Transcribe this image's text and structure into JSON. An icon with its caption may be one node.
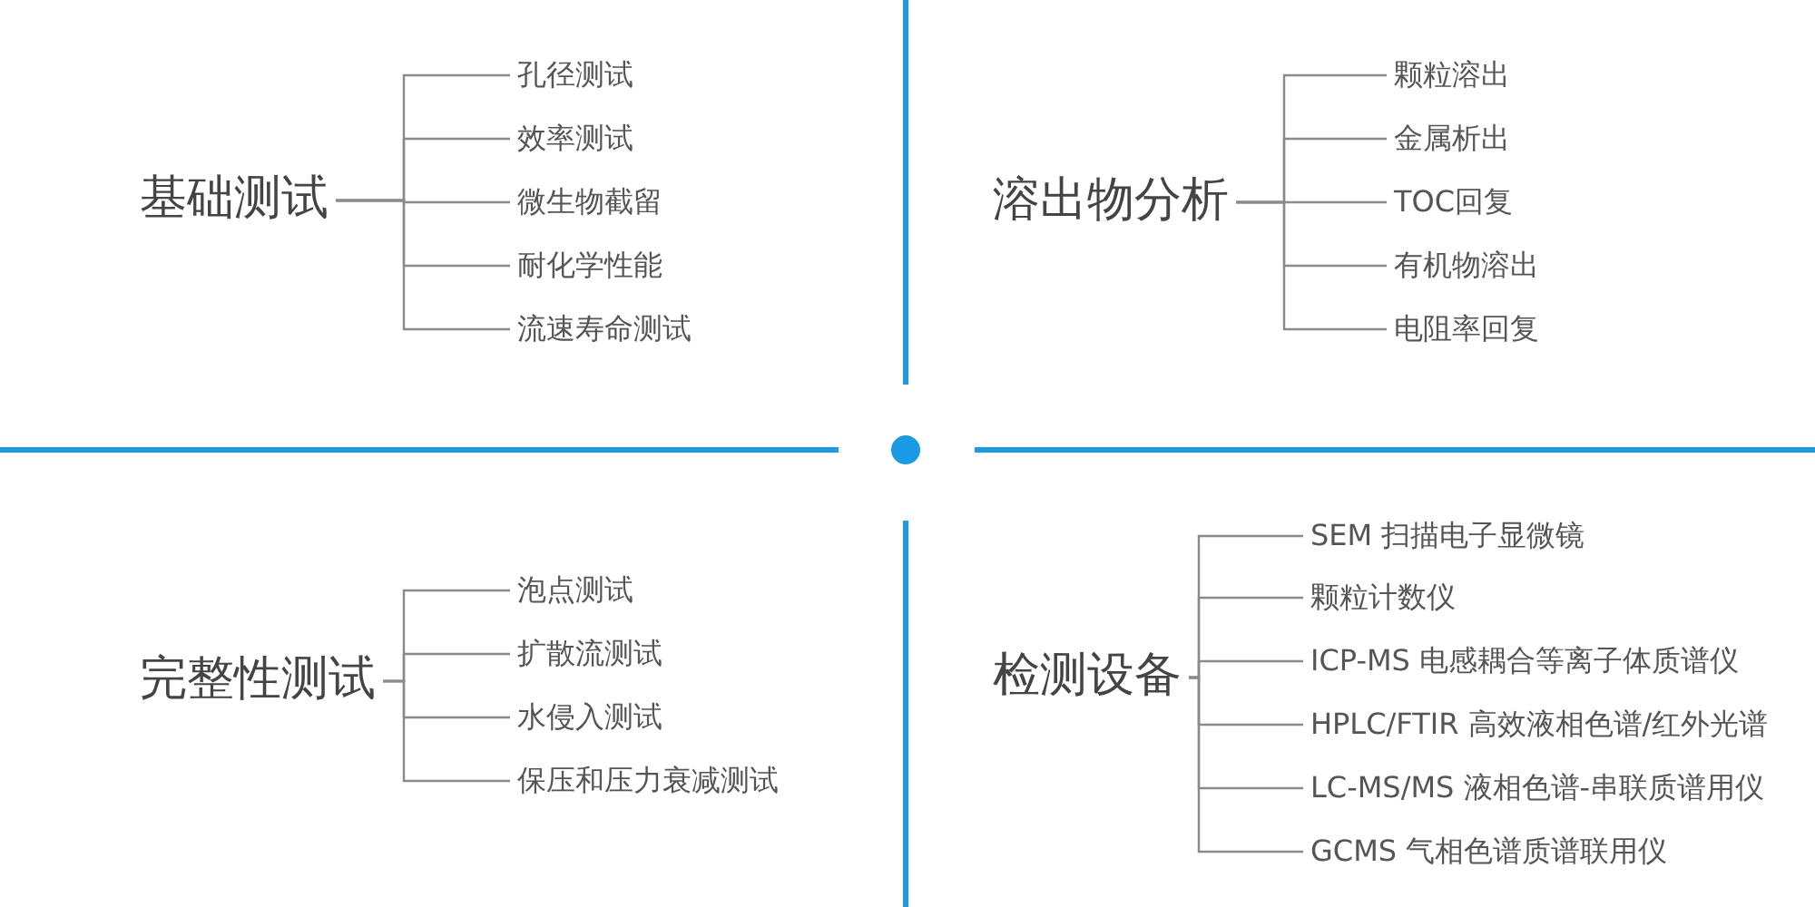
{
  "diagram": {
    "nodes": [
      {
        "text": [
          "基础测试"
        ]
      },
      {
        "text": [
          "孔径测试"
        ]
      },
      {
        "text": [
          "效率测试"
        ]
      },
      {
        "text": [
          "微生物截留"
        ]
      },
      {
        "text": [
          "耐化学性能"
        ]
      },
      {
        "text": [
          "流速寿命测试"
        ]
      },
      {
        "text": [
          "溶出物分析"
        ]
      },
      {
        "text": [
          "颗粒溶出"
        ]
      },
      {
        "text": [
          "金属析出"
        ]
      },
      {
        "text": [
          "TOC回复"
        ]
      },
      {
        "text": [
          "有机物溶出"
        ]
      },
      {
        "text": [
          "电阻率回复"
        ]
      },
      {
        "text": [
          "完整性测试"
        ]
      },
      {
        "text": [
          "泡点测试"
        ]
      },
      {
        "text": [
          "扩散流测试"
        ]
      },
      {
        "text": [
          "水侵入测试"
        ]
      },
      {
        "text": [
          "保压和压力衰减测试"
        ]
      },
      {
        "text": [
          "检测设备"
        ]
      },
      {
        "text": [
          "SEM 扫描电子显微镜"
        ]
      },
      {
        "text": [
          "颗粒计数仪"
        ]
      },
      {
        "text": [
          "ICP-MS 电感耦合等离子体质谱仪"
        ]
      },
      {
        "text": [
          "HPLC/FTIR 高效液相色谱/红外光谱"
        ]
      },
      {
        "text": [
          "LC-MS/MS 液相色谱-串联质谱用仪"
        ]
      },
      {
        "text": [
          "GCMS 气相色谱质谱联用仪"
        ]
      }
    ],
    "edges": [
      {
        "from": 0,
        "to": 1,
        "arrow": "none"
      },
      {
        "from": 0,
        "to": 2,
        "arrow": "none"
      },
      {
        "from": 0,
        "to": 3,
        "arrow": "none"
      },
      {
        "from": 0,
        "to": 4,
        "arrow": "none"
      },
      {
        "from": 0,
        "to": 5,
        "arrow": "none"
      },
      {
        "from": 6,
        "to": 7,
        "arrow": "none"
      },
      {
        "from": 6,
        "to": 8,
        "arrow": "none"
      },
      {
        "from": 6,
        "to": 9,
        "arrow": "none"
      },
      {
        "from": 6,
        "to": 10,
        "arrow": "none"
      },
      {
        "from": 6,
        "to": 11,
        "arrow": "none"
      },
      {
        "from": 12,
        "to": 13,
        "arrow": "none"
      },
      {
        "from": 12,
        "to": 14,
        "arrow": "none"
      },
      {
        "from": 12,
        "to": 15,
        "arrow": "none"
      },
      {
        "from": 12,
        "to": 16,
        "arrow": "none"
      },
      {
        "from": 17,
        "to": 18,
        "arrow": "none"
      },
      {
        "from": 17,
        "to": 19,
        "arrow": "none"
      },
      {
        "from": 17,
        "to": 20,
        "arrow": "none"
      },
      {
        "from": 17,
        "to": 21,
        "arrow": "none"
      },
      {
        "from": 17,
        "to": 22,
        "arrow": "none"
      },
      {
        "from": 17,
        "to": 23,
        "arrow": "none"
      }
    ]
  }
}
